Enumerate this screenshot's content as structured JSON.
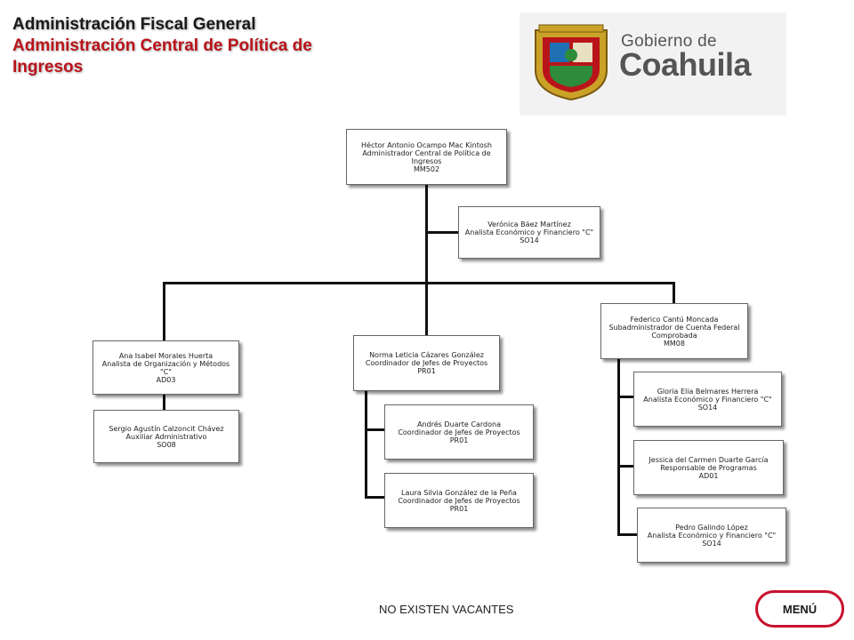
{
  "header": {
    "title": "Administración Fiscal General",
    "subtitle": "Administración Central de Política de Ingresos"
  },
  "logo": {
    "line1": "Gobierno de",
    "line2": "Coahuila"
  },
  "org": {
    "root": {
      "name": "Héctor Antonio Ocampo Mac Kintosh",
      "role": "Administrador Central de Política de Ingresos",
      "code": "MM502"
    },
    "assistant": {
      "name": "Verónica Báez Martínez",
      "role": "Analista Económico y Financiero \"C\"",
      "code": "SO14"
    },
    "left": {
      "name": "Ana Isabel Morales Huerta",
      "role": "Analista de Organización y Métodos \"C\"",
      "code": "AD03"
    },
    "left_child": {
      "name": "Sergio Agustín Calzoncit Chávez",
      "role": "Auxiliar Administrativo",
      "code": "SO08"
    },
    "center": {
      "name": "Norma Leticia Cázares González",
      "role": "Coordinador de Jefes de Proyectos",
      "code": "PR01"
    },
    "center_children": [
      {
        "name": "Andrés Duarte Cardona",
        "role": "Coordinador de Jefes de Proyectos",
        "code": "PR01"
      },
      {
        "name": "Laura Silvia González de la Peña",
        "role": "Coordinador de Jefes de Proyectos",
        "code": "PR01"
      }
    ],
    "right": {
      "name": "Federico Cantú Moncada",
      "role": "Subadministrador de Cuenta Federal Comprobada",
      "code": "MM08"
    },
    "right_children": [
      {
        "name": "Gloria Elia Belmares Herrera",
        "role": "Analista Económico y Financiero \"C\"",
        "code": "SO14"
      },
      {
        "name": "Jessica del Carmen Duarte García",
        "role": "Responsable de Programas",
        "code": "AD01"
      },
      {
        "name": "Pedro Galindo López",
        "role": "Analista Económico y Financiero \"C\"",
        "code": "SO14"
      }
    ]
  },
  "footer": {
    "note": "NO EXISTEN VACANTES",
    "menu_label": "MENÚ"
  },
  "colors": {
    "title": "#1a1a1a",
    "subtitle": "#b8141a",
    "menu_border": "#c8102e",
    "connector": "#111111"
  }
}
